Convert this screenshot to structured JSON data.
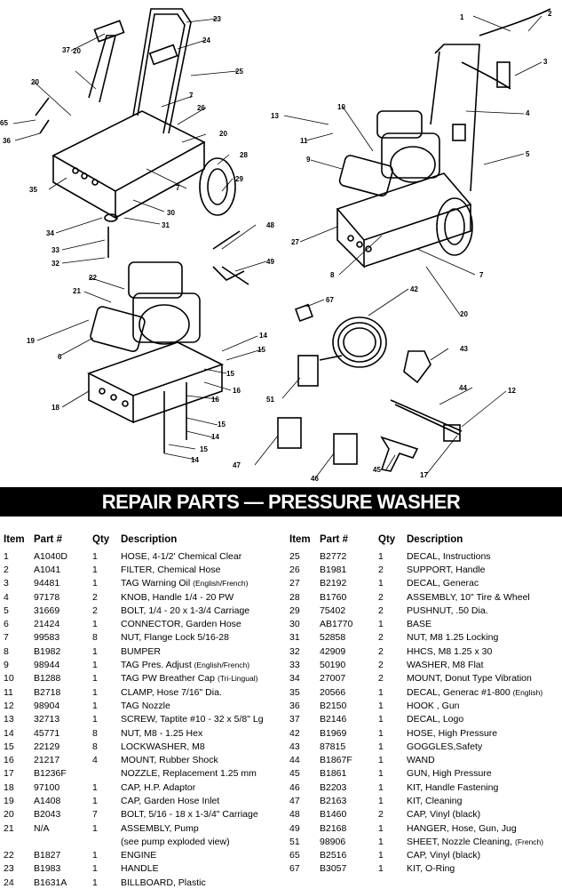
{
  "banner": "REPAIR PARTS — PRESSURE WASHER",
  "headers": {
    "item": "Item",
    "part": "Part #",
    "qty": "Qty",
    "desc": "Description"
  },
  "diagram_labels": [
    "1",
    "2",
    "3",
    "4",
    "5",
    "6",
    "7",
    "8",
    "9",
    "10",
    "11",
    "12",
    "13",
    "14",
    "15",
    "16",
    "17",
    "18",
    "19",
    "20",
    "21",
    "22",
    "23",
    "24",
    "25",
    "26",
    "27",
    "28",
    "29",
    "30",
    "31",
    "32",
    "33",
    "34",
    "35",
    "36",
    "37",
    "42",
    "43",
    "44",
    "45",
    "46",
    "47",
    "48",
    "49",
    "51",
    "65",
    "67"
  ],
  "left": [
    {
      "item": "1",
      "part": "A1040D",
      "qty": "1",
      "desc": "HOSE, 4-1/2' Chemical Clear",
      "note": ""
    },
    {
      "item": "2",
      "part": "A1041",
      "qty": "1",
      "desc": "FILTER, Chemical Hose",
      "note": ""
    },
    {
      "item": "3",
      "part": "94481",
      "qty": "1",
      "desc": "TAG Warning Oil ",
      "note": "(English/French)"
    },
    {
      "item": "4",
      "part": "97178",
      "qty": "2",
      "desc": "KNOB, Handle 1/4 - 20 PW",
      "note": ""
    },
    {
      "item": "5",
      "part": "31669",
      "qty": "2",
      "desc": "BOLT, 1/4 - 20 x 1-3/4 Carriage",
      "note": ""
    },
    {
      "item": "6",
      "part": "21424",
      "qty": "1",
      "desc": "CONNECTOR, Garden Hose",
      "note": ""
    },
    {
      "item": "7",
      "part": "99583",
      "qty": "8",
      "desc": "NUT, Flange Lock 5/16-28",
      "note": ""
    },
    {
      "item": "8",
      "part": "B1982",
      "qty": "1",
      "desc": "BUMPER",
      "note": ""
    },
    {
      "item": "9",
      "part": "98944",
      "qty": "1",
      "desc": "TAG Pres. Adjust ",
      "note": "(English/French)"
    },
    {
      "item": "10",
      "part": "B1288",
      "qty": "1",
      "desc": "TAG PW Breather Cap ",
      "note": "(Tri-Lingual)"
    },
    {
      "item": "11",
      "part": "B2718",
      "qty": "1",
      "desc": "CLAMP, Hose 7/16\" Dia.",
      "note": ""
    },
    {
      "item": "12",
      "part": "98904",
      "qty": "1",
      "desc": "TAG Nozzle",
      "note": ""
    },
    {
      "item": "13",
      "part": "32713",
      "qty": "1",
      "desc": "SCREW, Taptite #10 - 32 x 5/8\" Lg",
      "note": ""
    },
    {
      "item": "14",
      "part": "45771",
      "qty": "8",
      "desc": "NUT, M8 - 1.25 Hex",
      "note": ""
    },
    {
      "item": "15",
      "part": "22129",
      "qty": "8",
      "desc": "LOCKWASHER, M8",
      "note": ""
    },
    {
      "item": "16",
      "part": "21217",
      "qty": "4",
      "desc": "MOUNT, Rubber Shock",
      "note": ""
    },
    {
      "item": "17",
      "part": "B1236F",
      "qty": "",
      "desc": "NOZZLE, Replacement 1.25 mm",
      "note": ""
    },
    {
      "item": "18",
      "part": "97100",
      "qty": "1",
      "desc": "CAP, H.P. Adaptor",
      "note": ""
    },
    {
      "item": "19",
      "part": "A1408",
      "qty": "1",
      "desc": "CAP, Garden Hose Inlet",
      "note": ""
    },
    {
      "item": "20",
      "part": "B2043",
      "qty": "7",
      "desc": "BOLT, 5/16 - 18 x 1-3/4\" Carriage",
      "note": ""
    },
    {
      "item": "21",
      "part": "N/A",
      "qty": "1",
      "desc": "ASSEMBLY, Pump",
      "note": ""
    },
    {
      "item": "",
      "part": "",
      "qty": "",
      "desc": "(see pump exploded view)",
      "note": ""
    },
    {
      "item": "22",
      "part": "B1827",
      "qty": "1",
      "desc": "ENGINE",
      "note": ""
    },
    {
      "item": "23",
      "part": "B1983",
      "qty": "1",
      "desc": "HANDLE",
      "note": ""
    },
    {
      "item": "24",
      "part": "B1631A",
      "qty": "1",
      "desc": "BILLBOARD, Plastic",
      "note": ""
    }
  ],
  "right": [
    {
      "item": "25",
      "part": "B2772",
      "qty": "1",
      "desc": "DECAL, Instructions",
      "note": ""
    },
    {
      "item": "26",
      "part": "B1981",
      "qty": "2",
      "desc": "SUPPORT, Handle",
      "note": ""
    },
    {
      "item": "27",
      "part": "B2192",
      "qty": "1",
      "desc": "DECAL, Generac",
      "note": ""
    },
    {
      "item": "28",
      "part": "B1760",
      "qty": "2",
      "desc": "ASSEMBLY, 10\" Tire & Wheel",
      "note": ""
    },
    {
      "item": "29",
      "part": "75402",
      "qty": "2",
      "desc": "PUSHNUT, .50 Dia.",
      "note": ""
    },
    {
      "item": "30",
      "part": "AB1770",
      "qty": "1",
      "desc": "BASE",
      "note": ""
    },
    {
      "item": "31",
      "part": "52858",
      "qty": "2",
      "desc": "NUT, M8 1.25 Locking",
      "note": ""
    },
    {
      "item": "32",
      "part": "42909",
      "qty": "2",
      "desc": "HHCS, M8 1.25 x 30",
      "note": ""
    },
    {
      "item": "33",
      "part": "50190",
      "qty": "2",
      "desc": "WASHER, M8 Flat",
      "note": ""
    },
    {
      "item": "34",
      "part": "27007",
      "qty": "2",
      "desc": "MOUNT, Donut Type Vibration",
      "note": ""
    },
    {
      "item": "35",
      "part": "20566",
      "qty": "1",
      "desc": "DECAL, Generac #1-800 ",
      "note": "(English)"
    },
    {
      "item": "36",
      "part": "B2150",
      "qty": "1",
      "desc": "HOOK , Gun",
      "note": ""
    },
    {
      "item": "37",
      "part": "B2146",
      "qty": "1",
      "desc": "DECAL, Logo",
      "note": ""
    },
    {
      "item": "42",
      "part": "B1969",
      "qty": "1",
      "desc": "HOSE, High Pressure",
      "note": ""
    },
    {
      "item": "43",
      "part": "87815",
      "qty": "1",
      "desc": "GOGGLES,Safety",
      "note": ""
    },
    {
      "item": "44",
      "part": "B1867F",
      "qty": "1",
      "desc": "WAND",
      "note": ""
    },
    {
      "item": "45",
      "part": "B1861",
      "qty": "1",
      "desc": "GUN, High Pressure",
      "note": ""
    },
    {
      "item": "46",
      "part": "B2203",
      "qty": "1",
      "desc": "KIT, Handle Fastening",
      "note": ""
    },
    {
      "item": "47",
      "part": "B2163",
      "qty": "1",
      "desc": "KIT, Cleaning",
      "note": ""
    },
    {
      "item": "48",
      "part": "B1460",
      "qty": "2",
      "desc": "CAP, Vinyl (black)",
      "note": ""
    },
    {
      "item": "49",
      "part": "B2168",
      "qty": "1",
      "desc": "HANGER, Hose, Gun, Jug",
      "note": ""
    },
    {
      "item": "51",
      "part": "98906",
      "qty": "1",
      "desc": "SHEET, Nozzle Cleaning, ",
      "note": "(French)"
    },
    {
      "item": "65",
      "part": "B2516",
      "qty": "1",
      "desc": "CAP, Vinyl (black)",
      "note": ""
    },
    {
      "item": "67",
      "part": "B3057",
      "qty": "1",
      "desc": "KIT, O-Ring",
      "note": ""
    }
  ]
}
